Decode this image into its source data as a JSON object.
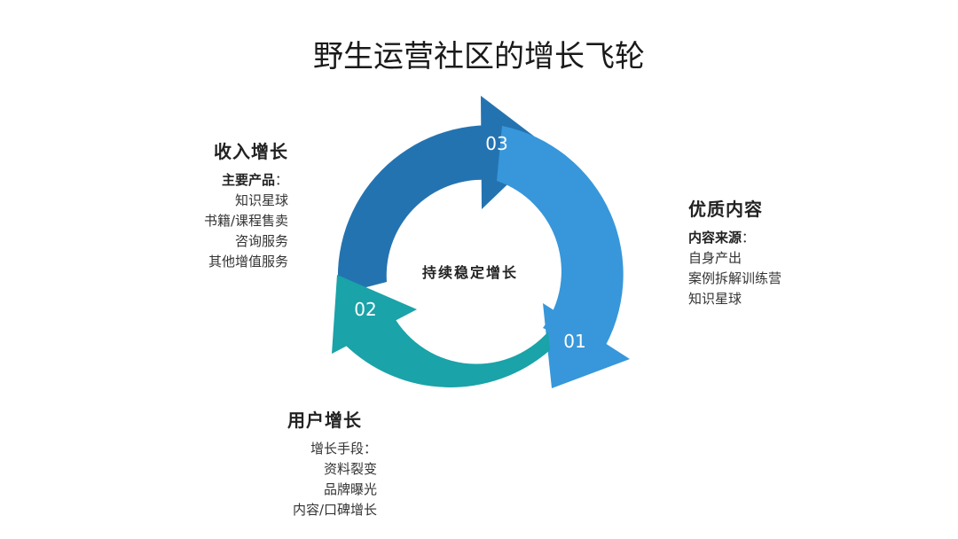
{
  "title": "野生运营社区的增长飞轮",
  "center_label": "持续稳定增长",
  "colors": {
    "segment_01": "#3797DA",
    "segment_02": "#1AA3A8",
    "segment_03": "#2473B1"
  },
  "segments": [
    {
      "number": "01"
    },
    {
      "number": "02"
    },
    {
      "number": "03"
    }
  ],
  "income": {
    "heading": "收入增长",
    "sub_label": "主要产品",
    "colon": "：",
    "items": [
      "知识星球",
      "书籍/课程售卖",
      "咨询服务",
      "其他增值服务"
    ]
  },
  "content": {
    "heading": "优质内容",
    "sub_label": "内容来源",
    "colon": "：",
    "items": [
      "自身产出",
      "案例拆解训练营",
      "知识星球"
    ]
  },
  "users": {
    "heading": "用户增长",
    "sub_label": "增长手段：",
    "items": [
      "资料裂变",
      "品牌曝光",
      "内容/口碑增长"
    ]
  }
}
